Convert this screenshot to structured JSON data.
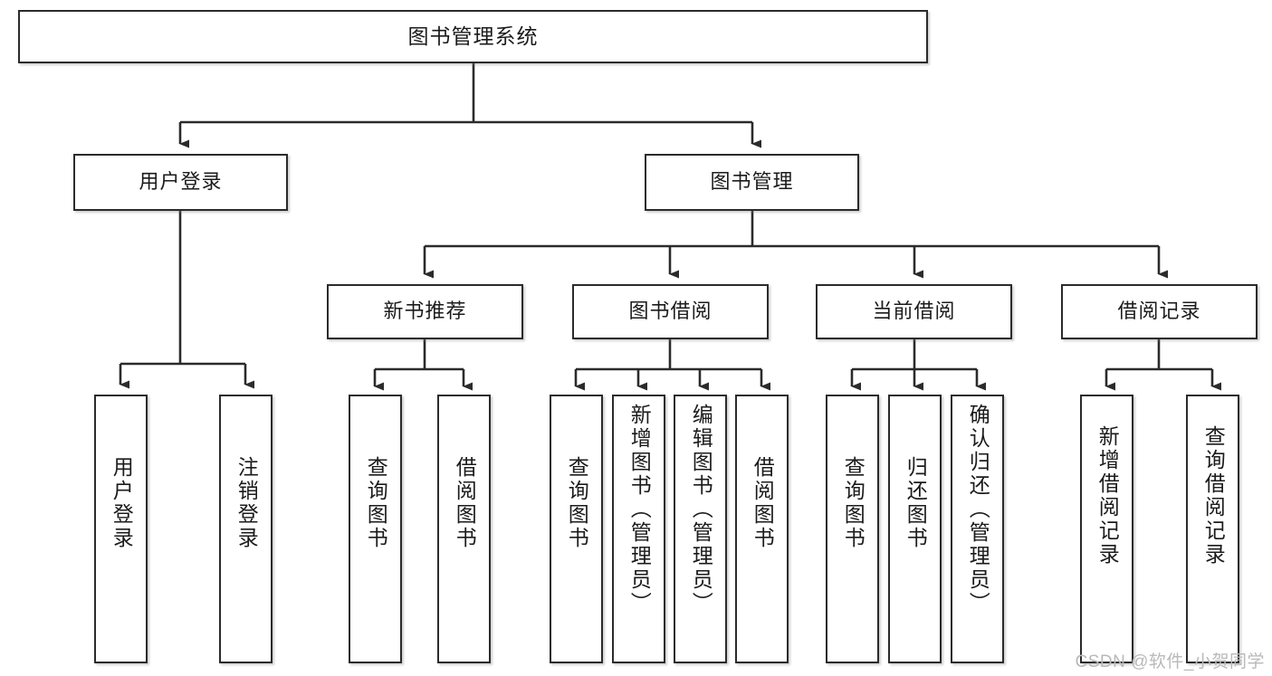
{
  "diagram": {
    "title": "图书管理系统",
    "type": "tree",
    "watermark": "CSDN @软件_小贺同学",
    "colors": {
      "box_border": "#2b2b2b",
      "box_fill": "#ffffff",
      "connector": "#2b2b2b",
      "text": "#1b1b1b",
      "watermark": "#b9b9b9"
    },
    "nodes": {
      "root": {
        "label": "图书管理系统"
      },
      "level1": [
        {
          "id": "user-login",
          "label": "用户登录"
        },
        {
          "id": "book-management",
          "label": "图书管理"
        }
      ],
      "level2": [
        {
          "id": "new-book-recommend",
          "label": "新书推荐"
        },
        {
          "id": "book-borrow",
          "label": "图书借阅"
        },
        {
          "id": "current-borrow",
          "label": "当前借阅"
        },
        {
          "id": "borrow-record",
          "label": "借阅记录"
        }
      ],
      "leaves": {
        "user-login": [
          {
            "id": "leaf-user-login",
            "label": "用户登录"
          },
          {
            "id": "leaf-logout-login",
            "label": "注销登录"
          }
        ],
        "new-book-recommend": [
          {
            "id": "leaf-query-book-1",
            "label": "查询图书"
          },
          {
            "id": "leaf-borrow-book-1",
            "label": "借阅图书"
          }
        ],
        "book-borrow": [
          {
            "id": "leaf-query-book-2",
            "label": "查询图书"
          },
          {
            "id": "leaf-add-book",
            "label": "新增图书（管理员）"
          },
          {
            "id": "leaf-edit-book",
            "label": "编辑图书（管理员）"
          },
          {
            "id": "leaf-borrow-book-2",
            "label": "借阅图书"
          }
        ],
        "current-borrow": [
          {
            "id": "leaf-query-book-3",
            "label": "查询图书"
          },
          {
            "id": "leaf-return-book",
            "label": "归还图书"
          },
          {
            "id": "leaf-confirm-return",
            "label": "确认归还（管理员）"
          }
        ],
        "borrow-record": [
          {
            "id": "leaf-add-record",
            "label": "新增借阅记录"
          },
          {
            "id": "leaf-query-record",
            "label": "查询借阅记录"
          }
        ]
      }
    }
  }
}
